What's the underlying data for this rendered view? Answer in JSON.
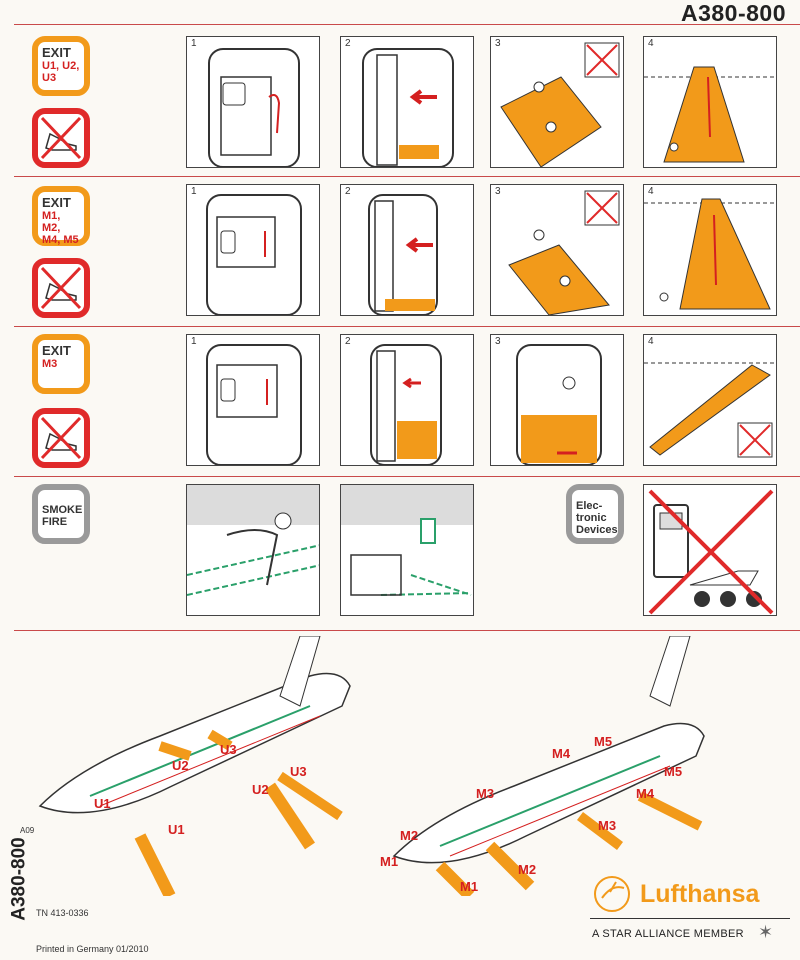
{
  "header": {
    "title": "A380-800"
  },
  "sections": [
    {
      "badge_title": "EXIT",
      "badge_sub": "U1, U2, U3",
      "panels": [
        "1",
        "2",
        "3",
        "4"
      ]
    },
    {
      "badge_title": "EXIT",
      "badge_sub": "M1, M2, M4, M5",
      "panels": [
        "1",
        "2",
        "3",
        "4"
      ]
    },
    {
      "badge_title": "EXIT",
      "badge_sub": "M3",
      "panels": [
        "1",
        "2",
        "3",
        "4"
      ]
    }
  ],
  "smoke": {
    "badge_title": "SMOKE FIRE",
    "panels": [
      "1",
      "2"
    ]
  },
  "electronic": {
    "badge_title": "Elec-tronic Devices"
  },
  "diagrams": {
    "upper_labels": [
      "U1",
      "U2",
      "U3",
      "U1",
      "U2",
      "U3"
    ],
    "main_labels": [
      "M1",
      "M2",
      "M3",
      "M4",
      "M5",
      "M1",
      "M2",
      "M3",
      "M4",
      "M5"
    ]
  },
  "footer": {
    "side_code": "A380-800",
    "code_a09": "A09",
    "tn": "TN 413-0336",
    "printed": "Printed in Germany 01/2010",
    "brand": "Lufthansa",
    "alliance": "A STAR ALLIANCE MEMBER"
  },
  "colors": {
    "accent_orange": "#f29a1a",
    "warning_red": "#e02a2a",
    "smoke_green": "#2aa06a",
    "neutral_gray": "#9a9a9a"
  },
  "icons": [
    "no-high-heels-icon",
    "slide-icon",
    "evacuation-arrow-icon",
    "mobile-phone-icon",
    "rc-car-icon",
    "star-alliance-icon",
    "lufthansa-crane-icon"
  ]
}
